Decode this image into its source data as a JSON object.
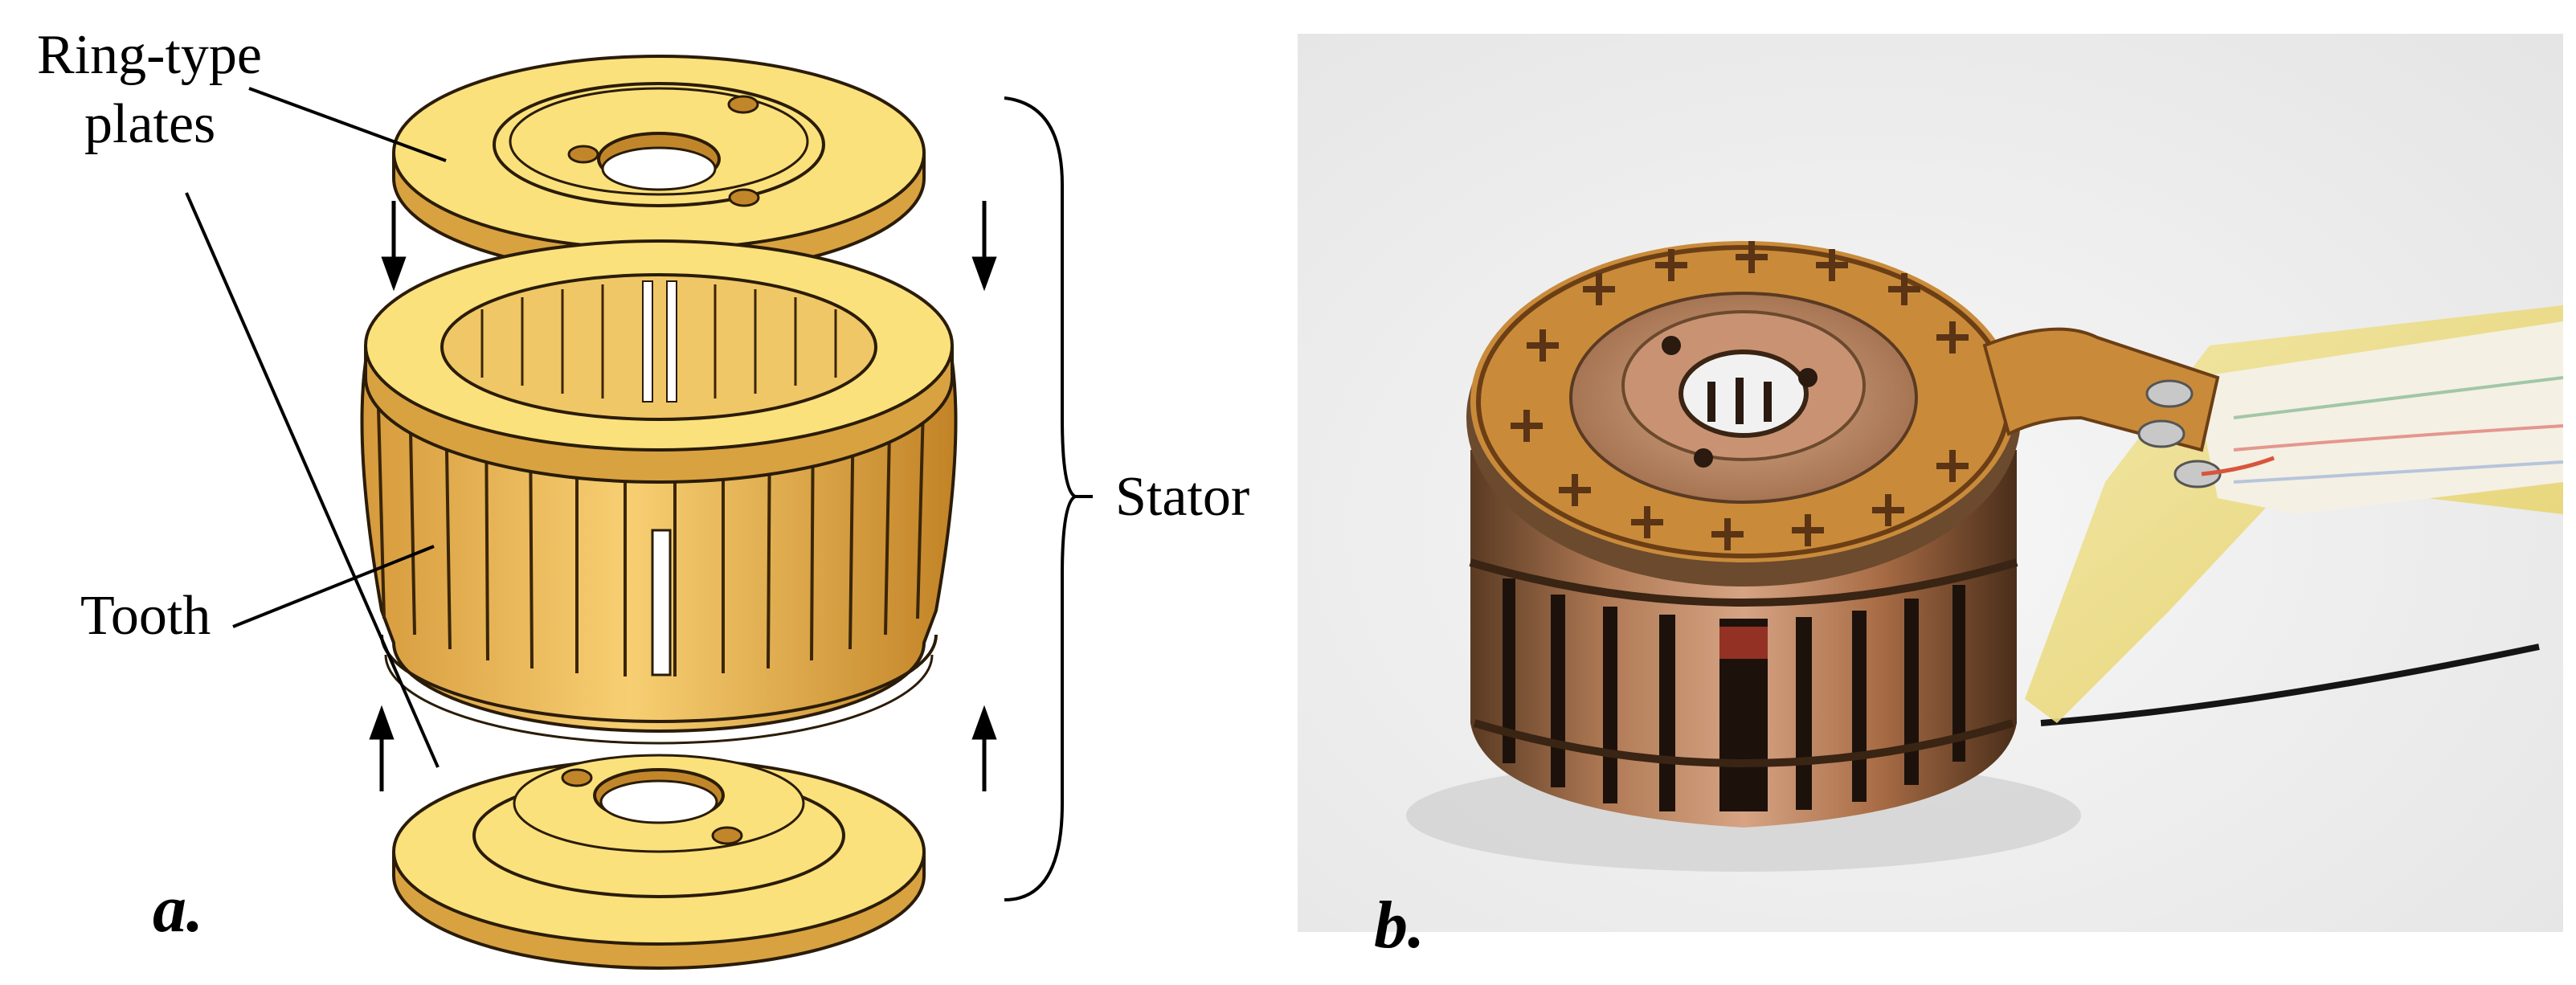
{
  "figure": {
    "panel_a": {
      "label": "a.",
      "callouts": {
        "plates": [
          "Ring-type",
          "plates"
        ],
        "tooth": "Tooth",
        "stator": "Stator"
      }
    },
    "panel_b": {
      "label": "b."
    }
  }
}
